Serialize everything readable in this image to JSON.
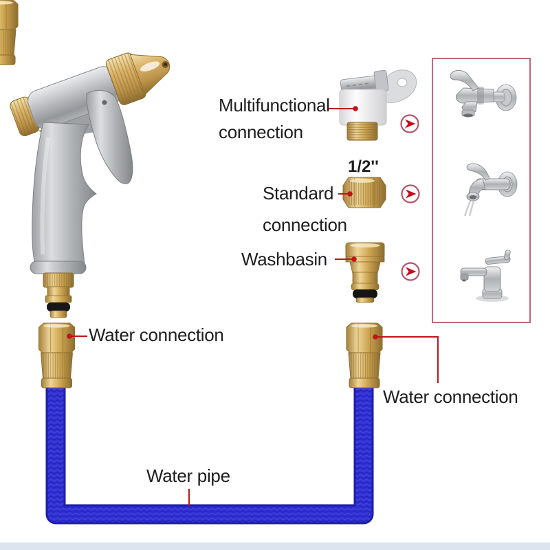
{
  "colors": {
    "annotation_red": "#c41218",
    "panel_border_pink": "#c2677a",
    "pipe_blue": "#3232d4",
    "brass_gold": "#d9b266",
    "gun_silver": "#b7babd",
    "bottom_strip": "#dce4ef"
  },
  "annotations": {
    "multifunctional": {
      "line1": "Multifunctional",
      "line2": "connection"
    },
    "standard": {
      "size": "1/2''",
      "line1": "Standard",
      "line2": "connection"
    },
    "washbasin": {
      "label": "Washbasin"
    },
    "water_connection_left": {
      "label": "Water connection"
    },
    "water_connection_right": {
      "label": "Water connection"
    },
    "water_pipe": {
      "label": "Water pipe"
    }
  },
  "figures": [
    "spray-gun",
    "multifunctional-connector",
    "standard-connector",
    "washbasin-connector",
    "quick-connector-left",
    "quick-connector-right",
    "water-pipe-hose",
    "wall-tap-long-lever",
    "wall-tap-curved-lever",
    "basin-mixer-faucet"
  ],
  "icons": {
    "arrow_1": "red-right-arrow-circle",
    "arrow_2": "red-right-arrow-circle",
    "arrow_3": "red-right-arrow-circle"
  }
}
